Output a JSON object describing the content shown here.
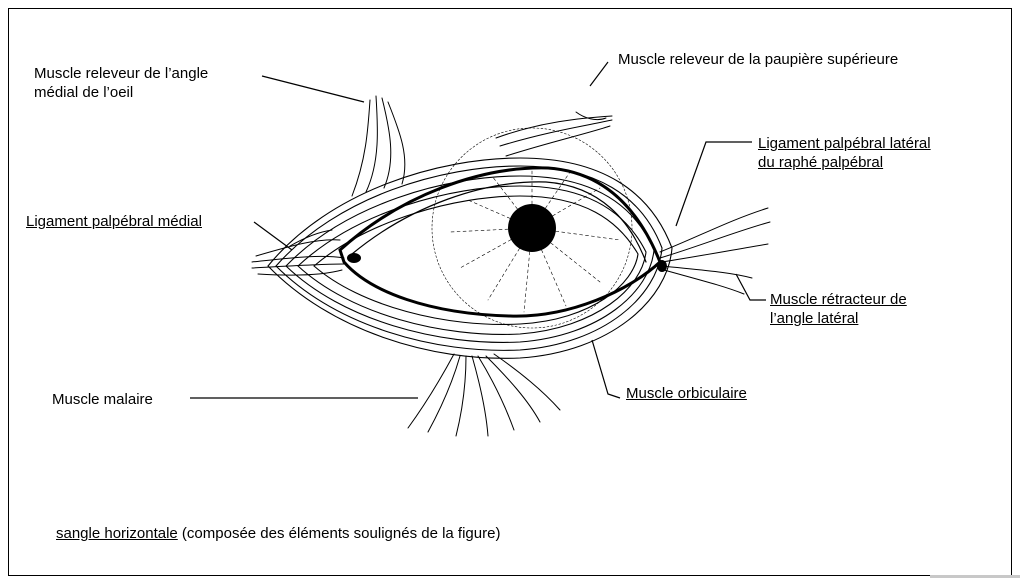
{
  "labels": {
    "releveur_angle_line1": "Muscle releveur de l’angle",
    "releveur_angle_line2": "médial de l’oeil",
    "releveur_paupiere": "Muscle releveur de la paupière supérieure",
    "ligament_lateral_line1": "Ligament palpébral latéral",
    "ligament_lateral_line2": "du raphé palpébral",
    "ligament_medial": "Ligament palpébral médial",
    "retracteur_line1": "Muscle rétracteur de",
    "retracteur_line2": "l’angle latéral",
    "malaire": "Muscle malaire",
    "orbiculaire": "Muscle orbiculaire"
  },
  "caption": {
    "underlined": "sangle horizontale",
    "rest": " (composée des éléments soulignés de la figure)"
  }
}
